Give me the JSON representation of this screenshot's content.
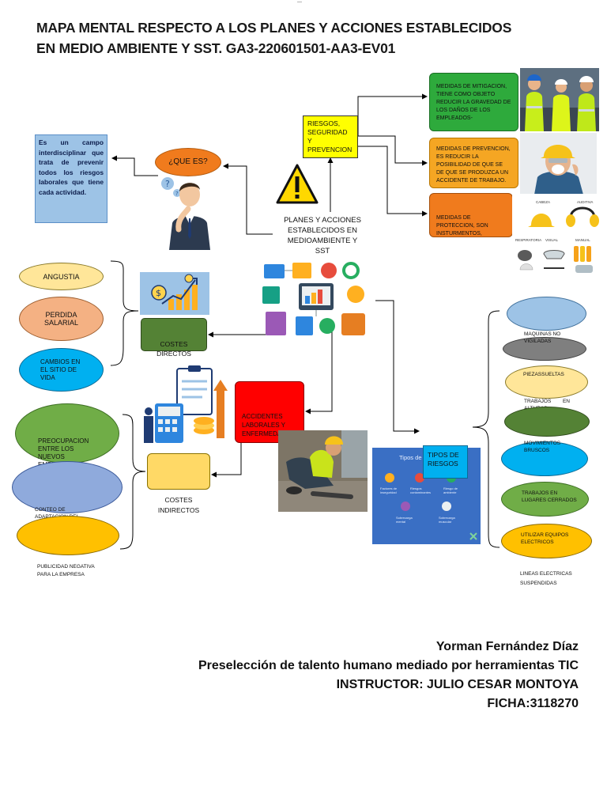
{
  "top_mark": "—",
  "title": "MAPA MENTAL RESPECTO A LOS PLANES Y ACCIONES ESTABLECIDOS EN MEDIO AMBIENTE Y SST. GA3-220601501-AA3-EV01",
  "definition_box": "Es un campo interdisciplinar que trata de prevenir todos los riesgos laborales que tiene cada actividad.",
  "que_es": "¿QUE ES?",
  "riesgos_box": "RIESGOS, SEGURIDAD Y PREVENCION",
  "center_title": "PLANES Y ACCIONES ESTABLECIDOS EN MEDIOAMBIENTE Y SST",
  "medidas": {
    "mitigacion": "MEDIDAS DE MITIGACION, TIENE COMO OBJETO REDUCIR LA GRAVEDAD DE LOS DAÑOS DE LOS EMPLEADOS-",
    "prevencion": "MEDIDAS DE PREVENCION, ES REDUCIR LA POSIBILIDAD DE QUE SE DE QUE SE PRODUZCA UN ACCIDENTE DE TRABAJO.",
    "proteccion": "MEDIDAS DE PROTECCION, SON INSTURMENTOS, UNIFORMES, GUANTES, ETC."
  },
  "ppe_labels": [
    "CABEZA",
    "AUDITIVA",
    "RESPIRATORIA",
    "VISUAL",
    "MANUAL"
  ],
  "direct_costs": {
    "label": "COSTES DIRECTOS",
    "items": [
      "ANGUSTIA",
      "PERDIDA SALARIAL",
      "CAMBIOS EN EL SITIO DE VIDA"
    ]
  },
  "indirect_costs": {
    "label": "COSTES INDIRECTOS",
    "items": [
      "PREOCUPACION ENTRE LOS NUEVOS EMPLEADOS",
      "CONTEO DE ADAPTACION DEL TRABAJADOR SUSTITUIDO",
      "PUBLICIDAD NEGATIVA PARA LA EMPRESA"
    ]
  },
  "accidentes": "ACCIDENTES LABORALES Y ENFERMEDADES",
  "tipos_riesgos": {
    "label": "TIPOS DE RIESGOS",
    "slide_title": "Tipos de ri",
    "slide_items": [
      "Factores de inseguridad",
      "Riesgos contaminantes",
      "Riesgo de ambiente",
      "Sobrecarga mental",
      "Sobrecarga muscular"
    ],
    "items": [
      "MAQUINAS NO VIGILADAS",
      "PIEZASSUELTAS",
      "TRABAJOS EN ALTURAS",
      "MOVIMIENTOS BRUSCOS",
      "TRABAJOS EN LUGARES CERRADOS",
      "UTILIZAR EQUIPOS ELECTRICOS",
      "LINEAS ELECTRICAS SUSPENDIDAS"
    ]
  },
  "footer": {
    "name": "Yorman Fernández Díaz",
    "course": "Preselección de talento humano mediado por herramientas TIC",
    "instructor": "INSTRUCTOR: JULIO CESAR MONTOYA",
    "ficha": "FICHA:3118270"
  },
  "colors": {
    "green": "#2eaa3c",
    "orange": "#f5a623",
    "deep_orange": "#f07b1d",
    "yellow": "#ffff00",
    "light_blue": "#9dc3e6",
    "red": "#ff0000",
    "dark_green": "#548235"
  }
}
